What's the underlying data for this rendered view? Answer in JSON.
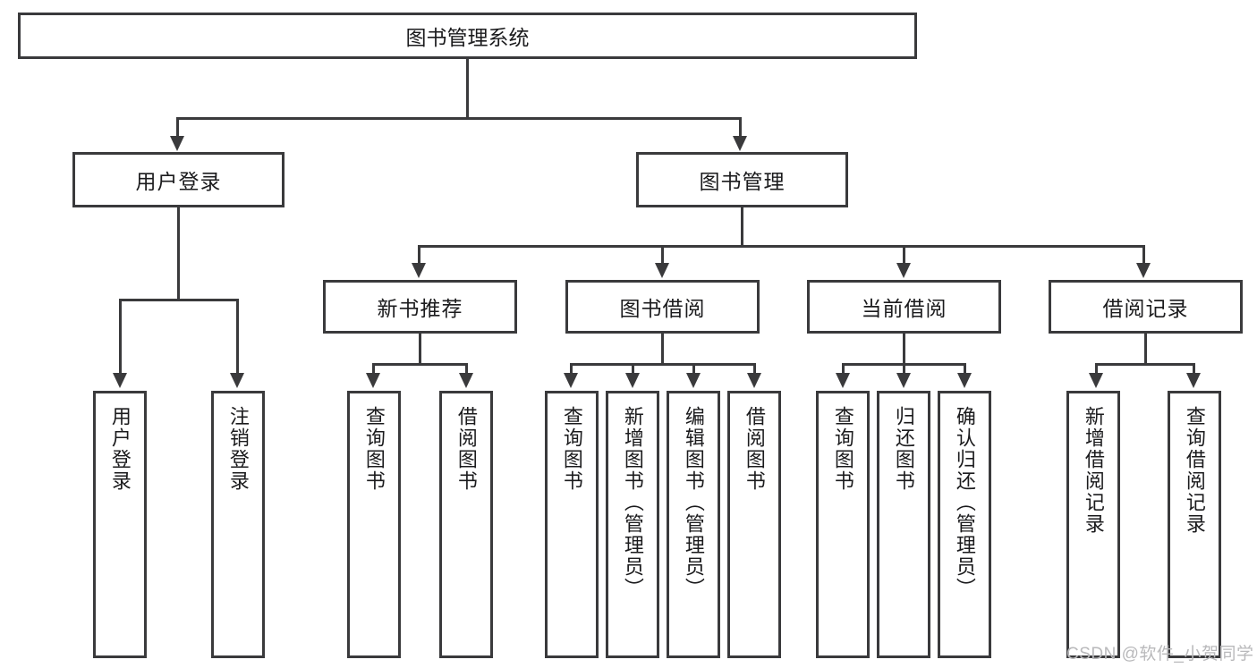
{
  "diagram": {
    "type": "tree",
    "title": "图书管理系统",
    "root": {
      "label": "图书管理系统"
    },
    "level2": [
      {
        "label": "用户登录"
      },
      {
        "label": "图书管理"
      }
    ],
    "level3": [
      {
        "label": "新书推荐"
      },
      {
        "label": "图书借阅"
      },
      {
        "label": "当前借阅"
      },
      {
        "label": "借阅记录"
      }
    ],
    "leaves": {
      "user_login": [
        {
          "label": "用户登录"
        },
        {
          "label": "注销登录"
        }
      ],
      "new_book_recommend": [
        {
          "label": "查询图书"
        },
        {
          "label": "借阅图书"
        }
      ],
      "book_borrow": [
        {
          "label": "查询图书"
        },
        {
          "label": "新增图书（管理员）"
        },
        {
          "label": "编辑图书（管理员）"
        },
        {
          "label": "借阅图书"
        }
      ],
      "current_borrow": [
        {
          "label": "查询图书"
        },
        {
          "label": "归还图书"
        },
        {
          "label": "确认归还（管理员）"
        }
      ],
      "borrow_record": [
        {
          "label": "新增借阅记录"
        },
        {
          "label": "查询借阅记录"
        }
      ]
    }
  },
  "watermark": {
    "text": "CSDN @软件_小贺同学"
  },
  "colors": {
    "stroke": "#3a3a3c",
    "text": "#1b1b1d",
    "background": "#ffffff",
    "watermark": "#b9b9bb"
  }
}
